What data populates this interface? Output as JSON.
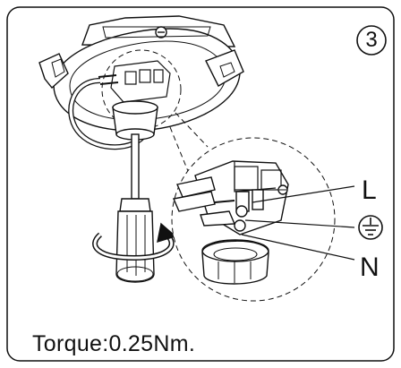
{
  "step": {
    "number": "3"
  },
  "wire_labels": {
    "live": "L",
    "neutral": "N"
  },
  "icons": {
    "earth": "earth-ground-icon",
    "screwdriver": "screwdriver-icon",
    "rotation": "rotation-arrow-icon"
  },
  "caption": {
    "torque": "Torque:0.25Nm."
  }
}
